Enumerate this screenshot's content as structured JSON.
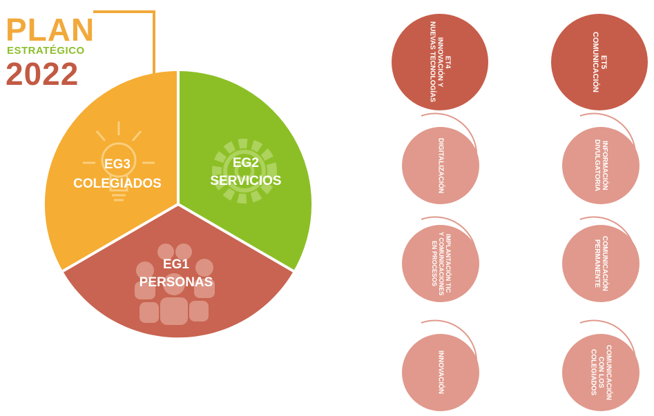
{
  "logo": {
    "plan": "PLAN",
    "subtitle": "ESTRATÉGICO",
    "year": "2022"
  },
  "colors": {
    "orange": "#f5ad33",
    "green": "#8cbf26",
    "red": "#c86451",
    "dark_red": "#c65d4a",
    "light_red": "#e0998c"
  },
  "pie": {
    "segments": [
      {
        "code": "EG3",
        "label": "COLEGIADOS",
        "icon": "lightbulb-icon"
      },
      {
        "code": "EG2",
        "label": "SERVICIOS",
        "icon": "gear-icon"
      },
      {
        "code": "EG1",
        "label": "PERSONAS",
        "icon": "people-icon"
      }
    ]
  },
  "columns": [
    {
      "header": "ET4\nINNOVACIÓN Y\nNUEVAS TECNOLOGÍAS",
      "items": [
        "DIGITALIZACIÓN",
        "IMPLANTACIÓN TIC\nY COMUNICACIONES\nEN PROCESOS",
        "INNOVACIÓN"
      ]
    },
    {
      "header": "ET5\nCOMUNICACIÓN",
      "items": [
        "INFORMACIÓN\nDIVULGATORIA",
        "COMUNICACIÓN\nPERMANENTE",
        "COMUNICACIÓN\nCON LOS\nCOLEGIADOS"
      ]
    }
  ]
}
